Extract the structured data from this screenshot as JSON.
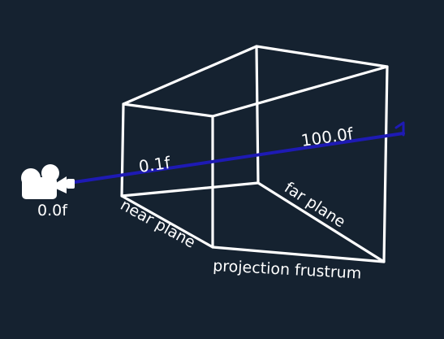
{
  "colors": {
    "background": "#152230",
    "frustum": "#ffffff",
    "axis": "#1e1ab4",
    "text": "#ffffff"
  },
  "icons": {
    "camera": "movie-camera-icon"
  },
  "labels": {
    "camera_value": "0.0f",
    "near_value": "0.1f",
    "far_value": "100.0f",
    "near_plane": "near plane",
    "far_plane": "far plane",
    "frustum": "projection frustrum"
  }
}
